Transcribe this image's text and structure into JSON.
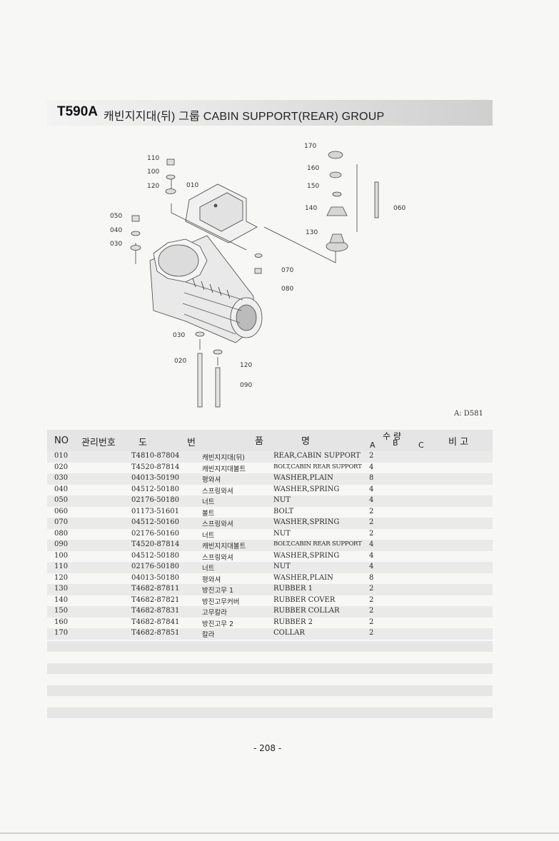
{
  "header": {
    "code": "T590A",
    "title": "캐빈지지대(뒤) 그룹  CABIN SUPPORT(REAR) GROUP"
  },
  "diagram": {
    "ref": "A: D581",
    "callouts": [
      "110",
      "100",
      "120",
      "010",
      "050",
      "040",
      "030",
      "170",
      "160",
      "150",
      "140",
      "130",
      "060",
      "070",
      "080",
      "030",
      "020",
      "120",
      "090"
    ]
  },
  "table": {
    "headers": {
      "no": "NO",
      "mgmt": "관리번호",
      "do": "도",
      "beon": "번",
      "pum": "품",
      "myeong": "명",
      "qty": "수 량",
      "a": "A",
      "b": "B",
      "c": "C",
      "bigo": "비 고"
    },
    "rows": [
      {
        "no": "010",
        "part": "T4810-87804",
        "kr": "캐빈지지대(뒤)",
        "en": "REAR,CABIN SUPPORT",
        "qty": "2"
      },
      {
        "no": "020",
        "part": "T4520-87814",
        "kr": "캐빈지지대볼트",
        "en": "BOLT,CABIN REAR SUPPORT",
        "qty": "4"
      },
      {
        "no": "030",
        "part": "04013-50190",
        "kr": "평와셔",
        "en": "WASHER,PLAIN",
        "qty": "8"
      },
      {
        "no": "040",
        "part": "04512-50180",
        "kr": "스프링와셔",
        "en": "WASHER,SPRING",
        "qty": "4"
      },
      {
        "no": "050",
        "part": "02176-50180",
        "kr": "너트",
        "en": "NUT",
        "qty": "4"
      },
      {
        "no": "060",
        "part": "01173-51601",
        "kr": "볼트",
        "en": "BOLT",
        "qty": "2"
      },
      {
        "no": "070",
        "part": "04512-50160",
        "kr": "스프링와셔",
        "en": "WASHER,SPRING",
        "qty": "2"
      },
      {
        "no": "080",
        "part": "02176-50160",
        "kr": "너트",
        "en": "NUT",
        "qty": "2"
      },
      {
        "no": "090",
        "part": "T4520-87814",
        "kr": "캐빈지지대볼트",
        "en": "BOLT,CABIN REAR SUPPORT",
        "qty": "4"
      },
      {
        "no": "100",
        "part": "04512-50180",
        "kr": "스프링와셔",
        "en": "WASHER,SPRING",
        "qty": "4"
      },
      {
        "no": "110",
        "part": "02176-50180",
        "kr": "너트",
        "en": "NUT",
        "qty": "4"
      },
      {
        "no": "120",
        "part": "04013-50180",
        "kr": "평와셔",
        "en": "WASHER,PLAIN",
        "qty": "8"
      },
      {
        "no": "130",
        "part": "T4682-87811",
        "kr": "방진고무 1",
        "en": "RUBBER 1",
        "qty": "2"
      },
      {
        "no": "140",
        "part": "T4682-87821",
        "kr": "방진고무커버",
        "en": "RUBBER COVER",
        "qty": "2"
      },
      {
        "no": "150",
        "part": "T4682-87831",
        "kr": "고무칼라",
        "en": "RUBBER COLLAR",
        "qty": "2"
      },
      {
        "no": "160",
        "part": "T4682-87841",
        "kr": "방진고무 2",
        "en": "RUBBER 2",
        "qty": "2"
      },
      {
        "no": "170",
        "part": "T4682-87851",
        "kr": "칼라",
        "en": "COLLAR",
        "qty": "2"
      }
    ]
  },
  "footer": {
    "page_number": "- 208 -"
  }
}
